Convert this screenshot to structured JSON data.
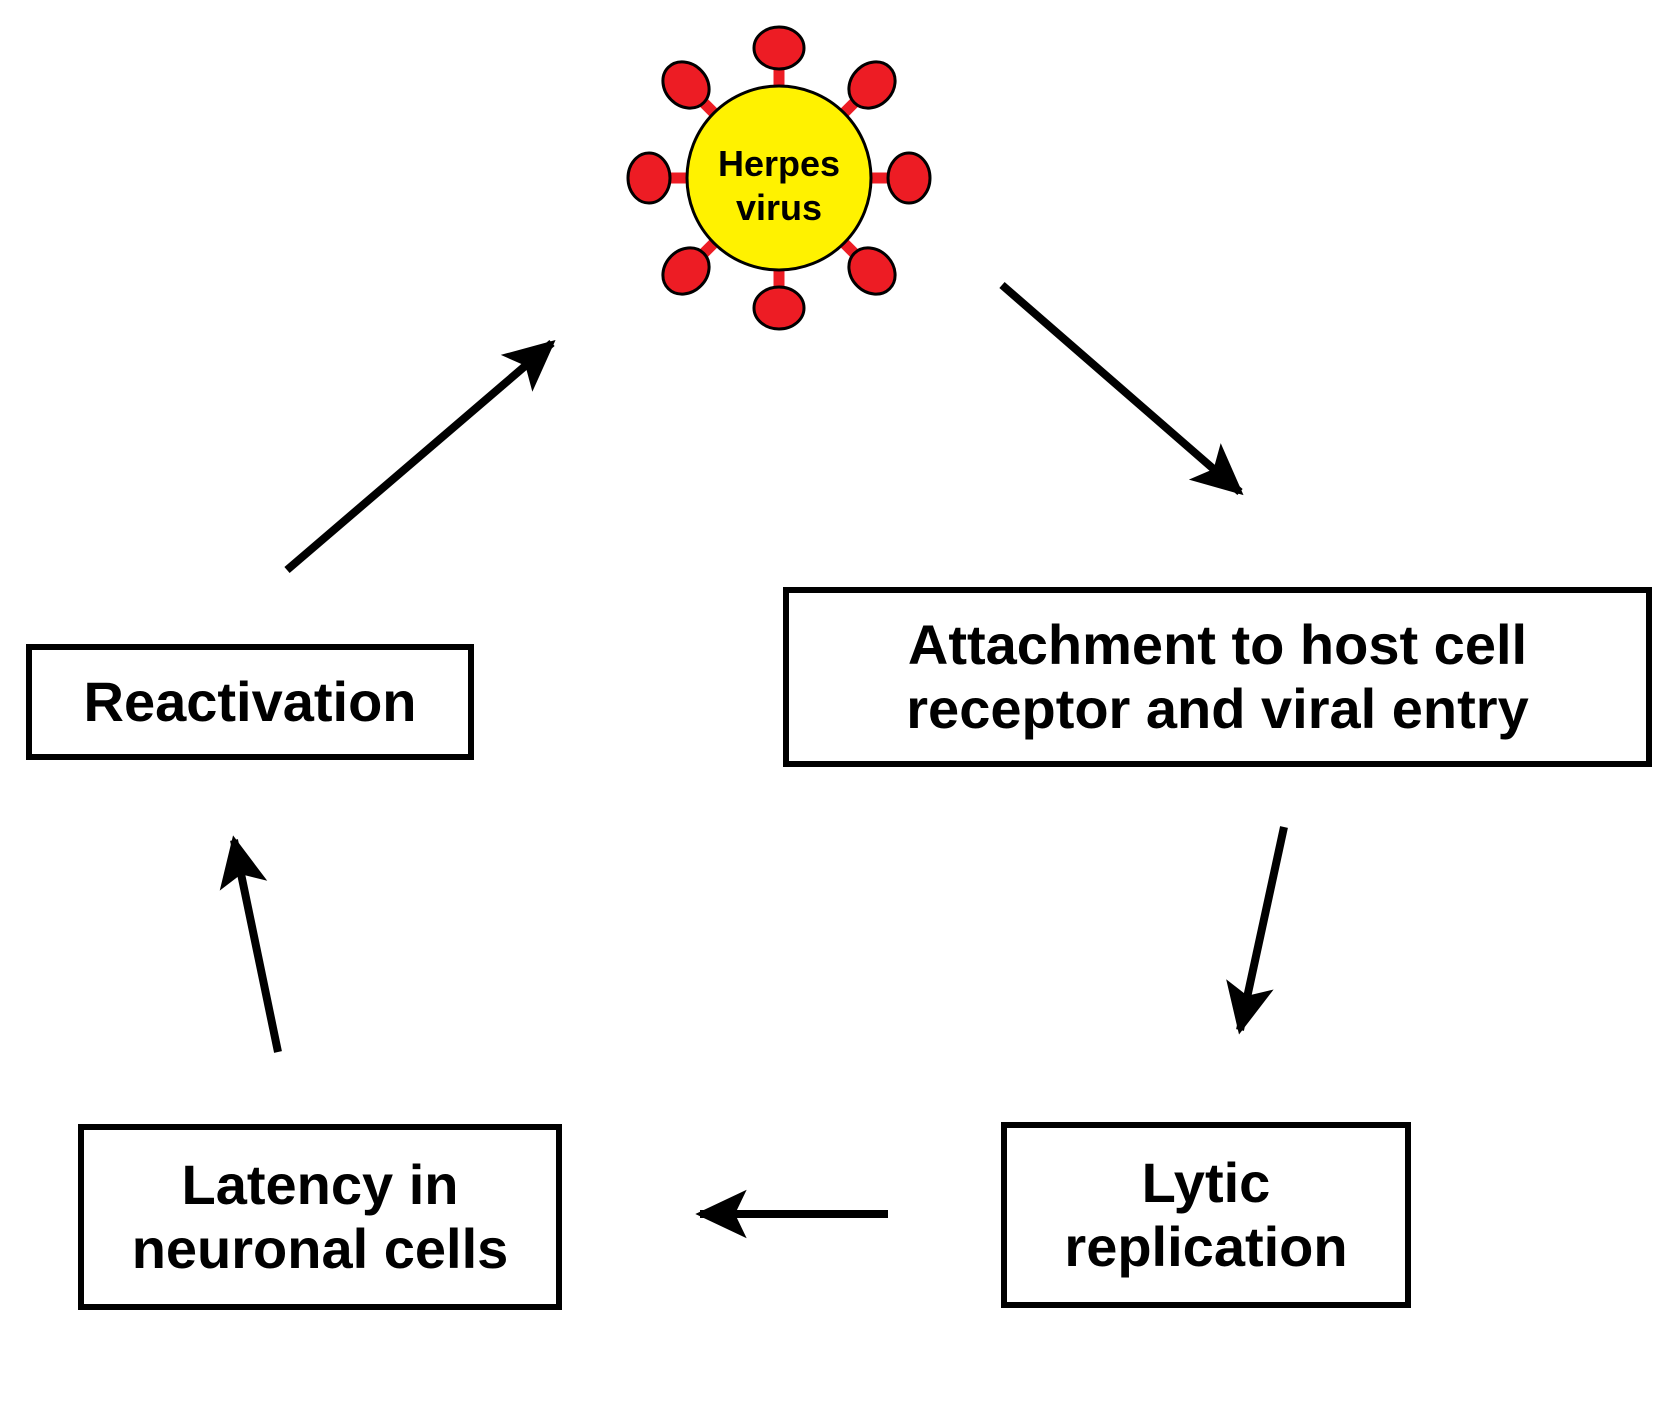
{
  "diagram": {
    "title_visible": false,
    "type": "cycle-flowchart",
    "background_color": "#ffffff",
    "stroke_color": "#000000"
  },
  "virus": {
    "name": "herpes-virus-particle",
    "label_line1": "Herpes",
    "label_line2": "virus",
    "capsid_color": "#FFF200",
    "spike_color": "#ED1C24",
    "outline_color": "#000000",
    "spike_count": 8,
    "spike_angles_deg": [
      0,
      45,
      90,
      135,
      180,
      225,
      270,
      315
    ]
  },
  "nodes": [
    {
      "id": "reactivation",
      "label": "Reactivation",
      "lines": [
        "Reactivation"
      ],
      "border_color": "#000000",
      "fill_color": "#ffffff"
    },
    {
      "id": "attachment",
      "label": "Attachment to host cell receptor and viral entry",
      "lines": [
        "Attachment to host cell",
        "receptor and viral entry"
      ],
      "border_color": "#000000",
      "fill_color": "#ffffff"
    },
    {
      "id": "latency",
      "label": "Latency in neuronal cells",
      "lines": [
        "Latency in",
        "neuronal cells"
      ],
      "border_color": "#000000",
      "fill_color": "#ffffff"
    },
    {
      "id": "lytic",
      "label": "Lytic replication",
      "lines": [
        "Lytic",
        "replication"
      ],
      "border_color": "#000000",
      "fill_color": "#ffffff"
    }
  ],
  "arrows": [
    {
      "id": "virus-to-attachment",
      "from": "herpes-virus",
      "to": "attachment",
      "direction": "down-right"
    },
    {
      "id": "attachment-to-lytic",
      "from": "attachment",
      "to": "lytic",
      "direction": "down"
    },
    {
      "id": "lytic-to-latency",
      "from": "lytic",
      "to": "latency",
      "direction": "left"
    },
    {
      "id": "latency-to-reactivation",
      "from": "latency",
      "to": "reactivation",
      "direction": "up"
    },
    {
      "id": "reactivation-to-virus",
      "from": "reactivation",
      "to": "herpes-virus",
      "direction": "up-right"
    }
  ]
}
